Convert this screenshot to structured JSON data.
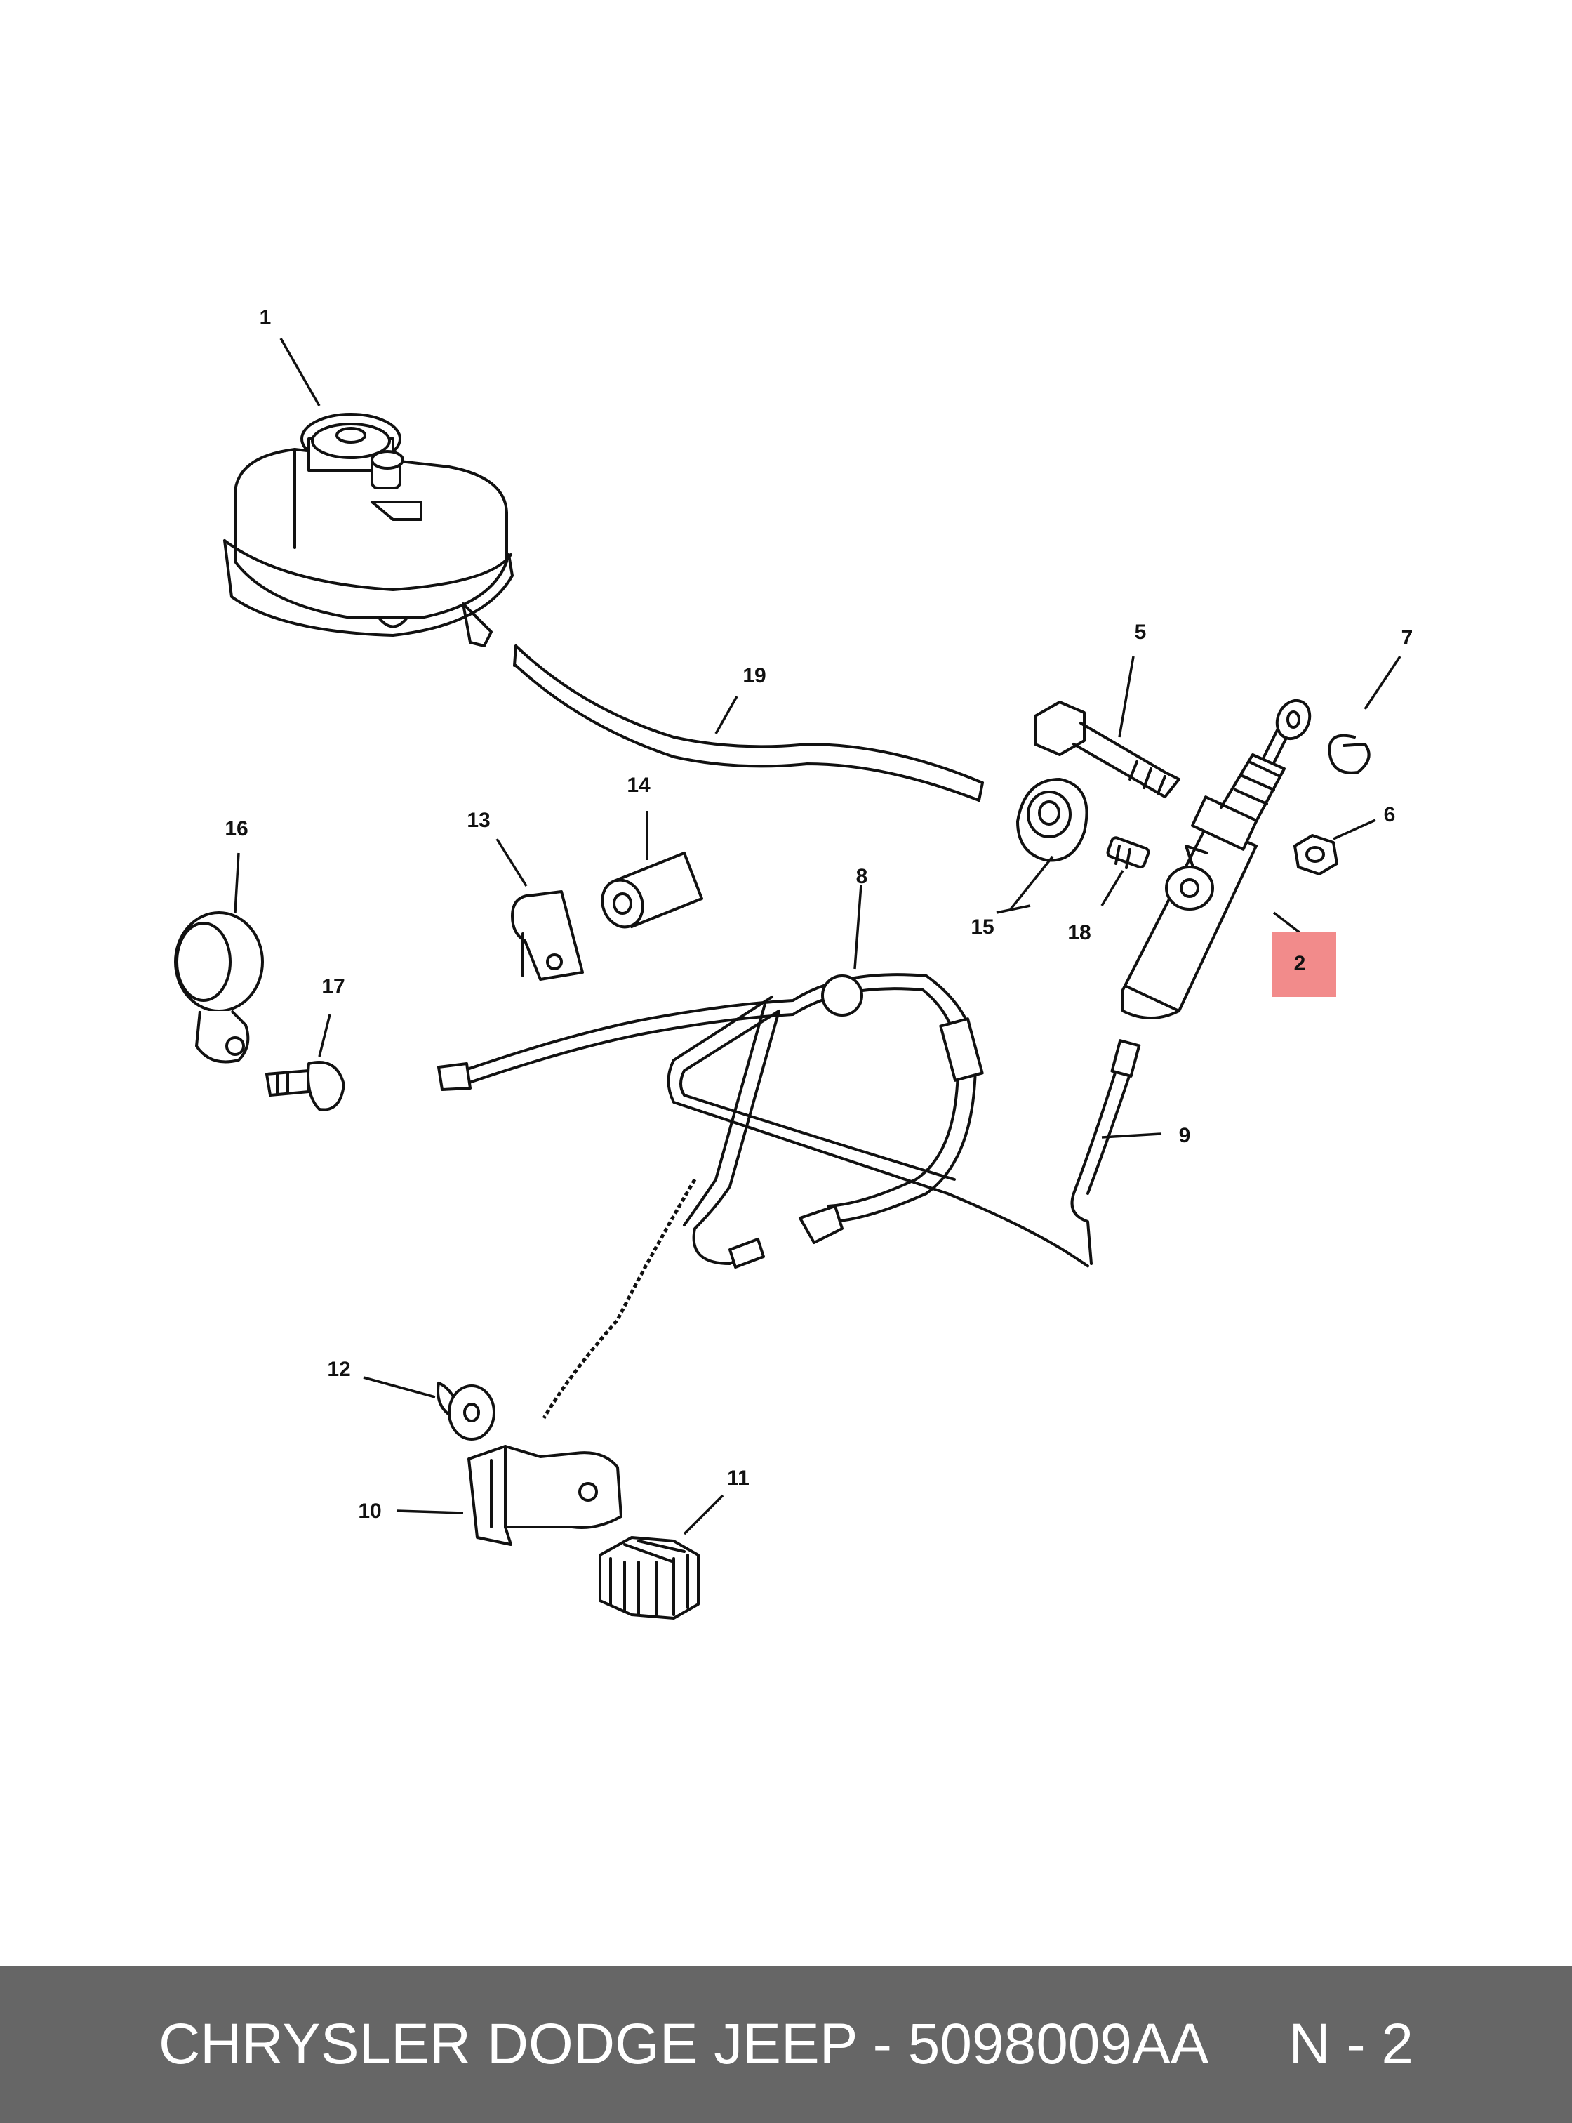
{
  "callouts": {
    "c1": "1",
    "c2": "2",
    "c5": "5",
    "c6": "6",
    "c7": "7",
    "c8": "8",
    "c9": "9",
    "c10": "10",
    "c11": "11",
    "c12": "12",
    "c13": "13",
    "c14": "14",
    "c15": "15",
    "c16": "16",
    "c17": "17",
    "c18": "18",
    "c19": "19"
  },
  "highlight": {
    "label": "2",
    "color": "#f28b8b"
  },
  "footer": {
    "part_text": "CHRYSLER DODGE JEEP - 5098009AA",
    "ref_text": "N - 2",
    "background": "#666666",
    "text_color": "#ffffff"
  }
}
